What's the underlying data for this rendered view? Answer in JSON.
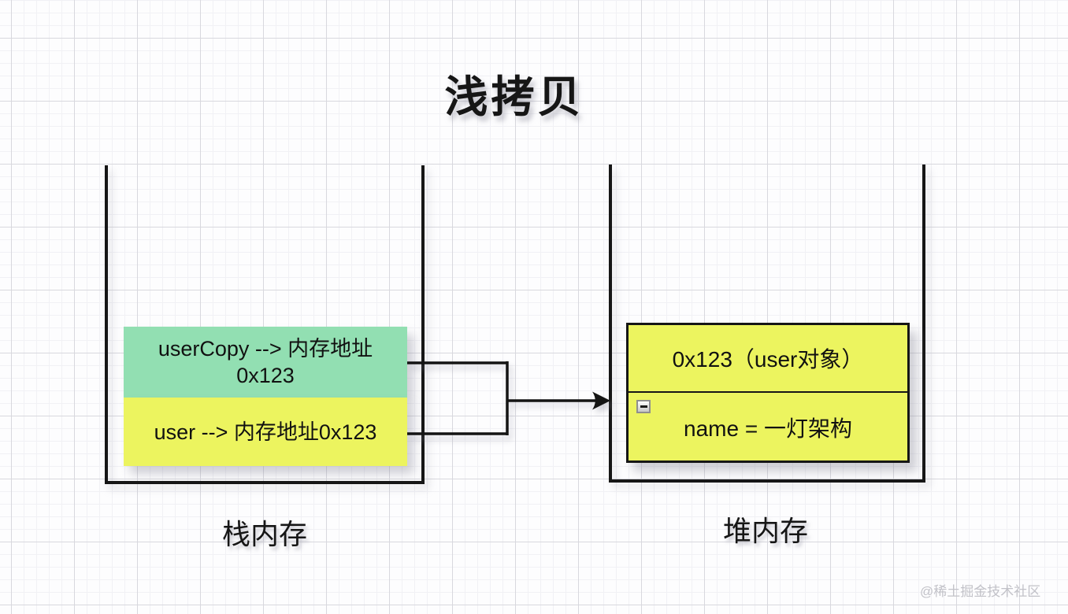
{
  "title": "浅拷贝",
  "stack": {
    "label": "栈内存",
    "entries": {
      "copy": {
        "line1": "userCopy --> 内存地址",
        "line2": "0x123"
      },
      "original": {
        "text": "user --> 内存地址0x123"
      }
    }
  },
  "heap": {
    "label": "堆内存",
    "object": {
      "header": "0x123（user对象）",
      "property": "name = 一灯架构"
    }
  },
  "watermark": "@稀土掘金技术社区",
  "icons": {
    "collapse": "minus-collapse-icon"
  },
  "colors": {
    "entry_copy_bg": "#92dfb2",
    "entry_original_bg": "#ecf45f",
    "heap_object_bg": "#ecf45f",
    "line": "#141414",
    "grid_major": "#d8d8de",
    "grid_minor": "#f1f1f5",
    "watermark": "#c2c2c8"
  }
}
